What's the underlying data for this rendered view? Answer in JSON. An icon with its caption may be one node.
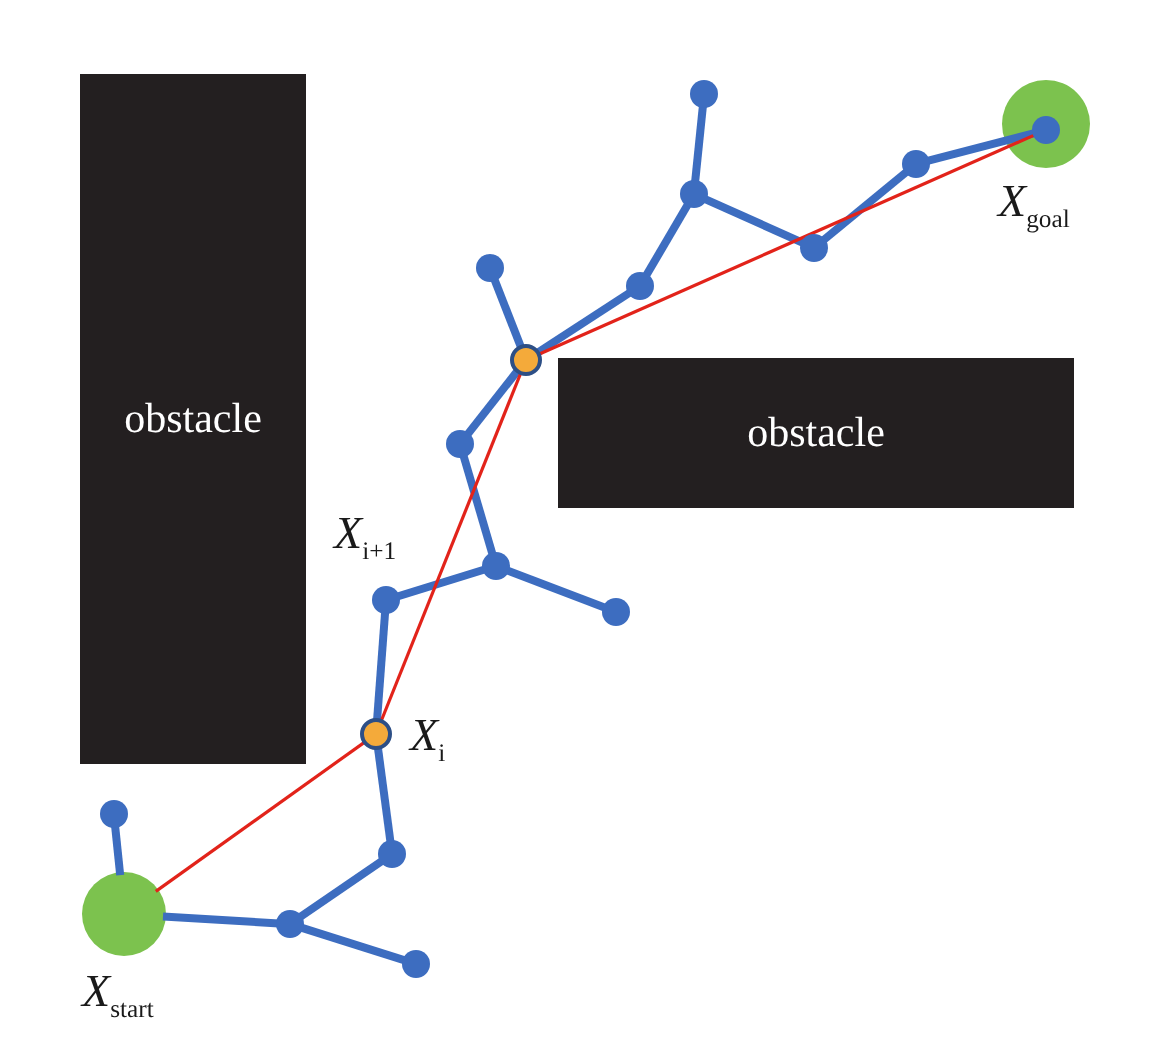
{
  "diagram": {
    "nodes": [
      {
        "text": [
          "obstacle"
        ]
      },
      {
        "text": [],
        "shape": "circle",
        "beside": [
          "*X*$_{goal}$"
        ]
      },
      {
        "text": [],
        "shape": "circle",
        "in": 1
      },
      {
        "text": [],
        "shape": "circle"
      },
      {
        "text": [],
        "shape": "circle"
      },
      {
        "text": [],
        "shape": "circle"
      },
      {
        "text": [],
        "shape": "circle"
      },
      {
        "text": [],
        "shape": "circle"
      },
      {
        "text": [],
        "shape": "circle"
      },
      {
        "text": [],
        "shape": "circle"
      },
      {
        "text": [
          "obstacle"
        ]
      },
      {
        "text": [],
        "shape": "circle"
      },
      {
        "text": [],
        "shape": "circle"
      },
      {
        "text": [],
        "shape": "circle",
        "beside": [
          "*X*$_{i+1}$"
        ]
      },
      {
        "text": [],
        "shape": "circle"
      },
      {
        "text": [],
        "shape": "circle",
        "beside": [
          "*X*$_{i}$"
        ]
      },
      {
        "text": [],
        "shape": "circle"
      },
      {
        "text": [],
        "shape": "circle"
      },
      {
        "text": [],
        "shape": "circle",
        "beside": [
          "*X*$_{start}$"
        ]
      },
      {
        "text": [],
        "shape": "circle"
      },
      {
        "text": [],
        "shape": "circle"
      }
    ],
    "edges": [
      {
        "from": 18,
        "to": 16,
        "arrow": "none"
      },
      {
        "from": 18,
        "to": 19,
        "arrow": "none"
      },
      {
        "from": 19,
        "to": 20,
        "arrow": "none"
      },
      {
        "from": 19,
        "to": 17,
        "arrow": "none"
      },
      {
        "from": 17,
        "to": 15,
        "arrow": "none"
      },
      {
        "from": 15,
        "to": 13,
        "arrow": "none"
      },
      {
        "from": 13,
        "to": 12,
        "arrow": "none"
      },
      {
        "from": 12,
        "to": 14,
        "arrow": "none"
      },
      {
        "from": 12,
        "to": 11,
        "arrow": "none"
      },
      {
        "from": 11,
        "to": 9,
        "arrow": "none"
      },
      {
        "from": 9,
        "to": 7,
        "arrow": "none"
      },
      {
        "from": 9,
        "to": 8,
        "arrow": "none"
      },
      {
        "from": 8,
        "to": 5,
        "arrow": "none"
      },
      {
        "from": 5,
        "to": 3,
        "arrow": "none"
      },
      {
        "from": 5,
        "to": 6,
        "arrow": "none"
      },
      {
        "from": 6,
        "to": 4,
        "arrow": "none"
      },
      {
        "from": 4,
        "to": 2,
        "arrow": "none"
      },
      {
        "from": 18,
        "to": 15,
        "arrow": "none",
        "color": "#e2231a"
      },
      {
        "from": 15,
        "to": 9,
        "arrow": "none",
        "color": "#e2231a"
      },
      {
        "from": 9,
        "to": 2,
        "arrow": "none",
        "color": "#e2231a"
      }
    ]
  }
}
